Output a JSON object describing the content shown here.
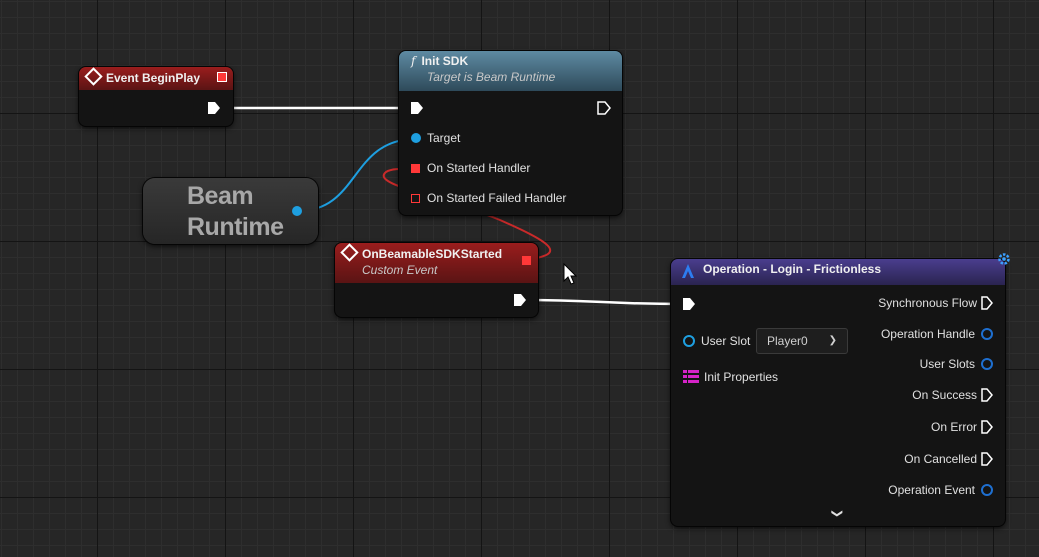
{
  "nodes": {
    "event_begin_play": {
      "title": "Event BeginPlay"
    },
    "init_sdk": {
      "title": "Init SDK",
      "subtitle": "Target is Beam Runtime",
      "function_glyph": "f",
      "pins": {
        "target": "Target",
        "on_started": "On Started Handler",
        "on_started_failed": "On Started Failed Handler"
      }
    },
    "beam_runtime": {
      "line1": "Beam",
      "line2": "Runtime"
    },
    "on_beamable_sdk_started": {
      "title": "OnBeamableSDKStarted",
      "subtitle": "Custom Event"
    },
    "operation_login": {
      "title": "Operation - Login - Frictionless",
      "user_slot_label": "User Slot",
      "user_slot_value": "Player0",
      "init_properties_label": "Init Properties",
      "outputs": {
        "synchronous_flow": "Synchronous Flow",
        "operation_handle": "Operation Handle",
        "user_slots": "User Slots",
        "on_success": "On Success",
        "on_error": "On Error",
        "on_cancelled": "On Cancelled",
        "operation_event": "Operation Event"
      }
    }
  },
  "colors": {
    "exec": "#ffffff",
    "object_pin": "#1e9fe0",
    "delegate_pin": "#ff3838",
    "struct_pin": "#d623c8",
    "event_header": "#9a1d1d",
    "function_header": "#5e8aa2",
    "operation_header": "#4a3e8e"
  },
  "icons": [
    "event-diamond-icon",
    "function-icon",
    "beamable-logo-icon",
    "gear-icon",
    "chevron-down-icon",
    "dropdown-arrow-icon",
    "struct-grid-icon",
    "mouse-cursor-icon"
  ]
}
